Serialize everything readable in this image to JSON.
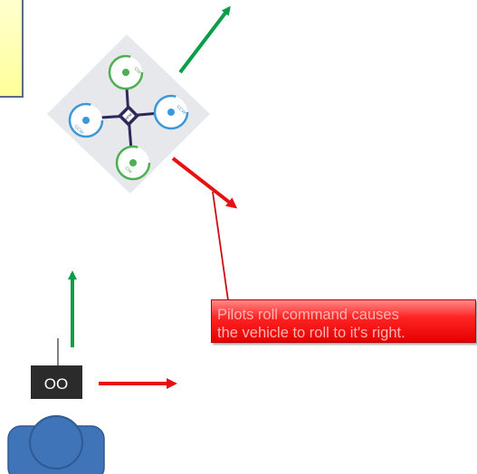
{
  "callout": {
    "line1": "Pilots roll command causes",
    "line2": "the vehicle to roll to it's right."
  },
  "drone": {
    "rotor_labels": {
      "top": "CW",
      "right": "CCW",
      "bottom": "CW",
      "left": "CCW"
    },
    "hub_label": "APM"
  },
  "controller": {
    "symbol": "OO"
  },
  "colors": {
    "forward_arrow": "#0a9e4a",
    "roll_arrow": "#e61010",
    "cw_ring": "#4caf50",
    "ccw_ring": "#3c97d8",
    "frame": "#2d2a5a",
    "panel": "#e6e8ec",
    "pilot": "#3f74b8"
  }
}
